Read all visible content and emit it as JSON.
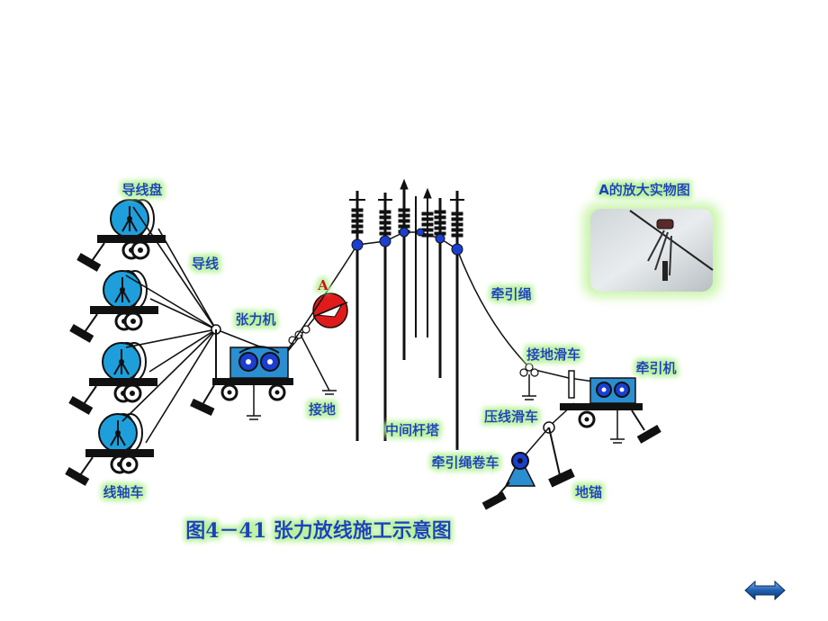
{
  "labels": {
    "conductor_reel": "导线盘",
    "conductor": "导线",
    "tensioner": "张力机",
    "point_a": "A",
    "grounding": "接地",
    "intermediate_towers": "中间杆塔",
    "pulling_rope": "牵引绳",
    "grounding_pulley": "接地滑车",
    "puller": "牵引机",
    "hold_down_pulley": "压线滑车",
    "rope_reel_truck": "牵引绳卷车",
    "ground_anchor": "地锚",
    "reel_truck": "线轴车",
    "a_photo_title": "A的放大实物图"
  },
  "caption": "图4－41 张力放线施工示意图",
  "colors": {
    "label_text": "#1a3fbf",
    "glow": "#c8f5a8",
    "reel_blue": "#1e9fdc",
    "machine_blue": "#2a8ed0",
    "point_a_red": "#e01b1b",
    "pulley_blue": "#1b3fd1"
  },
  "nav": {
    "icon": "double-arrow-icon"
  }
}
